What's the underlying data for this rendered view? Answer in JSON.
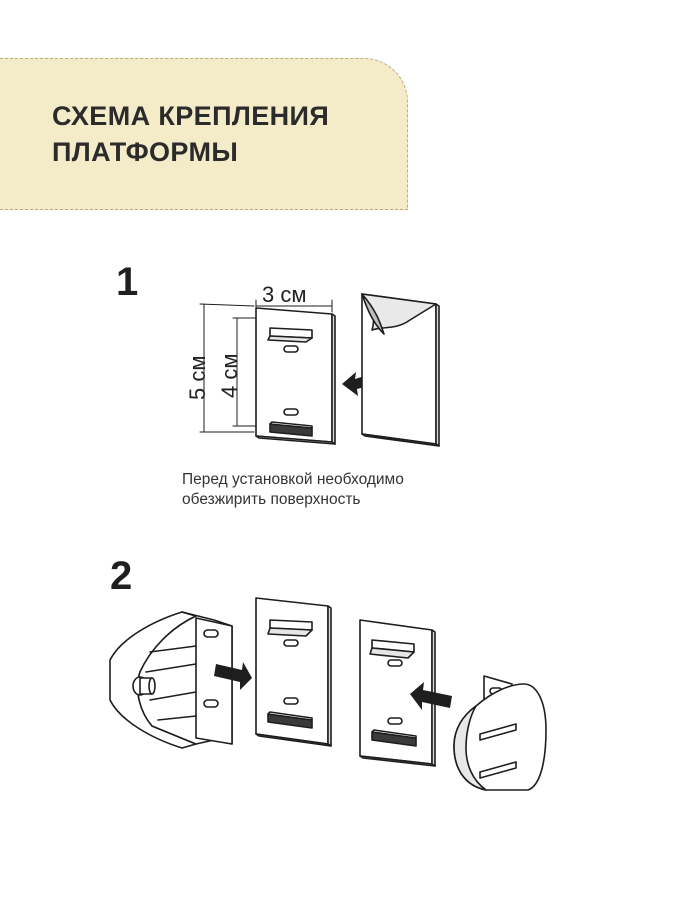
{
  "header": {
    "title_line1": "СХЕМА КРЕПЛЕНИЯ",
    "title_line2": "ПЛАТФОРМЫ"
  },
  "step1": {
    "number": "1",
    "width_label": "3 см",
    "outer_height_label": "5 см",
    "inner_height_label": "4 см",
    "note_line1": "Перед установкой необходимо",
    "note_line2": "обезжирить поверхность"
  },
  "step2": {
    "number": "2"
  },
  "colors": {
    "header_bg": "#f4ebc9",
    "stroke": "#1e1e1e",
    "fill_light": "#ffffff",
    "fill_shade": "#e8e8e8"
  },
  "icons": [
    "arrow-right-icon",
    "arrow-left-icon"
  ]
}
